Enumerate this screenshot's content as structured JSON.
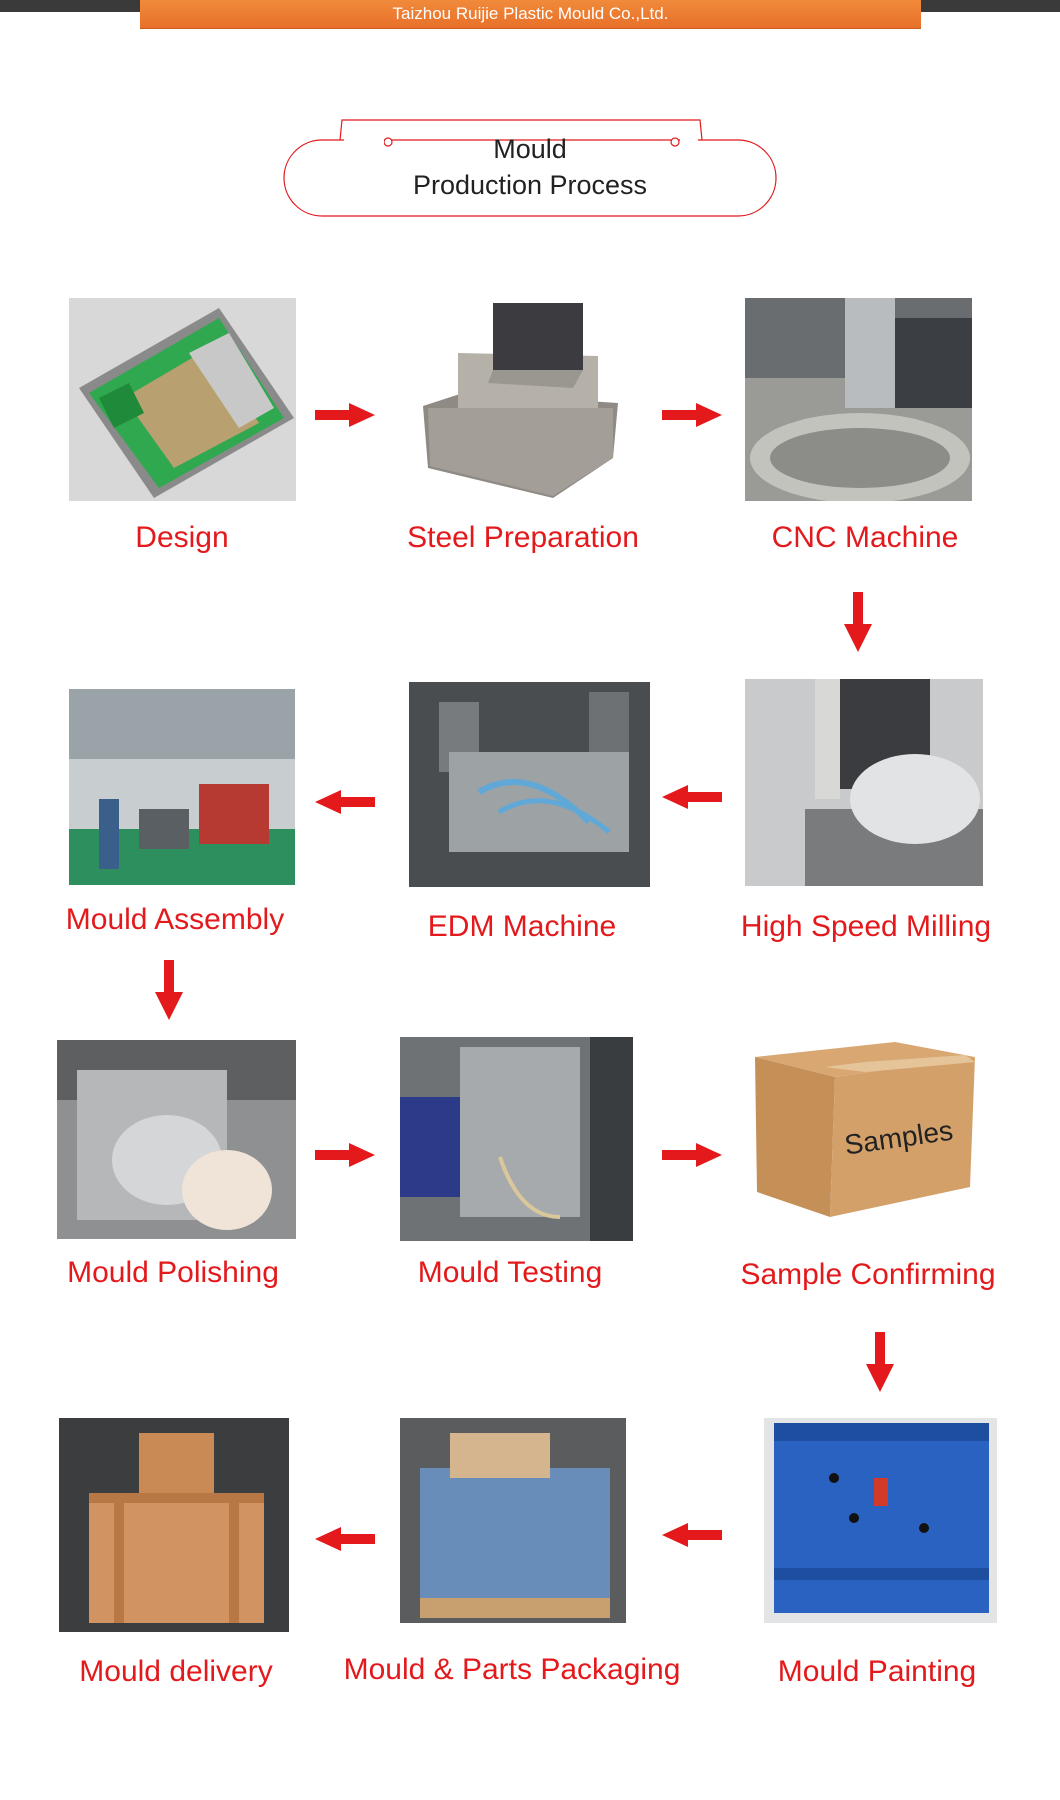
{
  "header": {
    "company": "Taizhou Ruijie Plastic Mould Co.,Ltd."
  },
  "title": {
    "line1": "Mould",
    "line2": "Production Process"
  },
  "steps": [
    {
      "label": "Design",
      "image": "design-cad-image"
    },
    {
      "label": "Steel Preparation",
      "image": "steel-blocks-image"
    },
    {
      "label": "CNC Machine",
      "image": "cnc-machine-image"
    },
    {
      "label": "Mould Assembly",
      "image": "workshop-image"
    },
    {
      "label": "EDM Machine",
      "image": "edm-machine-image"
    },
    {
      "label": "High Speed Milling",
      "image": "milling-image"
    },
    {
      "label": "Mould Polishing",
      "image": "polishing-image"
    },
    {
      "label": "Mould Testing",
      "image": "testing-image"
    },
    {
      "label": "Sample Confirming",
      "image": "sample-box-image"
    },
    {
      "label": "Mould delivery",
      "image": "wooden-crate-image"
    },
    {
      "label": "Mould & Parts Packaging",
      "image": "packaging-image"
    },
    {
      "label": "Mould Painting",
      "image": "blue-mould-image"
    }
  ],
  "box_text": "Samples",
  "colors": {
    "accent": "#e3191c",
    "banner": "#e8702a"
  }
}
